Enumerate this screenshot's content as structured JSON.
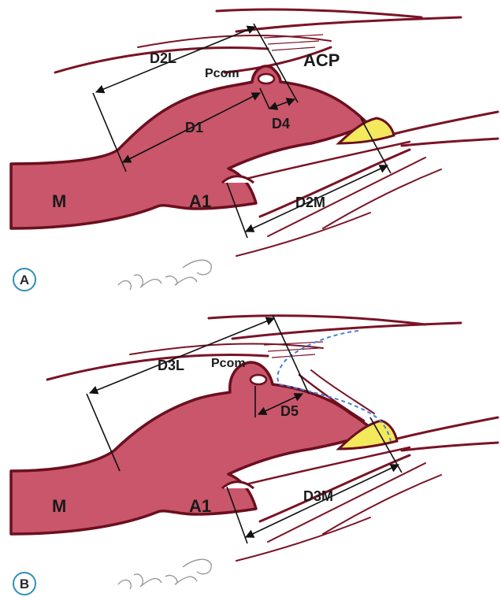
{
  "panels": [
    {
      "letter": "A",
      "labels": {
        "d2l": "D2L",
        "pcom": "Pcom",
        "acp": "ACP",
        "d1": "D1",
        "d4": "D4",
        "m": "M",
        "a1": "A1",
        "d2m": "D2M"
      }
    },
    {
      "letter": "B",
      "labels": {
        "d3l": "D3L",
        "pcom": "Pcom",
        "d5": "D5",
        "m": "M",
        "a1": "A1",
        "d3m": "D3M"
      }
    }
  ],
  "colors": {
    "vessel_fill": "#c9566a",
    "vessel_outline": "#6b0f1f",
    "tissue_line": "#7a1326",
    "clinoid_fill": "#f4e95c",
    "dashed_line": "#4a7fd4",
    "panel_circle": "#2f8fb5"
  }
}
